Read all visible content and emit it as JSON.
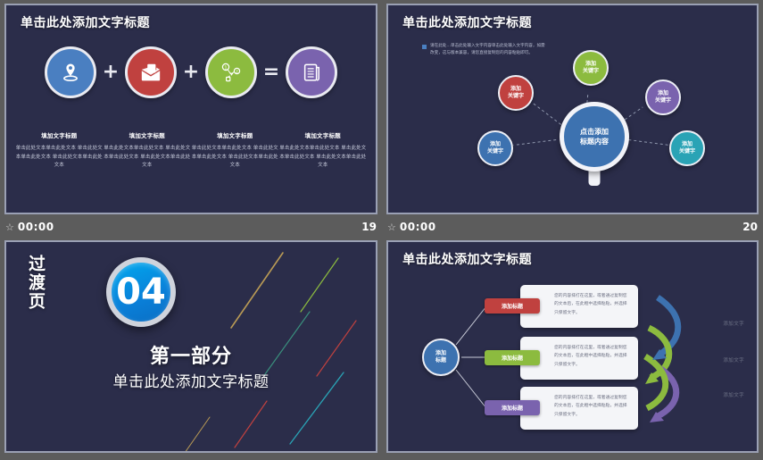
{
  "app": {
    "type": "presentation-thumbnail-grid",
    "background_color": "#5c5c5c",
    "slide_background_color": "#2b2d4a"
  },
  "slides": [
    {
      "id": "slide-19",
      "title": "单击此处添加文字标题",
      "footer": {
        "star_icon": "star-icon",
        "timer": "00:00",
        "page_number": "19"
      },
      "icons": [
        {
          "name": "location-pin-icon",
          "color": "#4a7fc1"
        },
        {
          "name": "envelope-mail-icon",
          "color": "#c0413f"
        },
        {
          "name": "network-nodes-icon",
          "color": "#8cbb3f"
        },
        {
          "name": "scroll-document-icon",
          "color": "#7a63ae"
        }
      ],
      "operators": [
        "+",
        "+",
        "="
      ],
      "captions": [
        {
          "heading": "填加文字标题",
          "body": "单击此处文本单击此处文本\n单击此处文本单击此处文本\n单击此处文本单击此处文本"
        },
        {
          "heading": "填加文字标题",
          "body": "单击此处文本单击此处文本\n单击此处文本单击此处文本\n单击此处文本单击此处文本"
        },
        {
          "heading": "填加文字标题",
          "body": "单击此处文本单击此处文本\n单击此处文本单击此处文本\n单击此处文本单击此处文本"
        },
        {
          "heading": "填加文字标题",
          "body": "单击此处文本单击此处文本\n单击此处文本单击此处文本\n单击此处文本单击此处文本"
        }
      ]
    },
    {
      "id": "slide-20",
      "title": "单击此处添加文字标题",
      "footer": {
        "star_icon": "star-icon",
        "timer": "00:00",
        "page_number": "20"
      },
      "bullet": "请在此处…单击此处输入文字内容单击此处输入文字内容，如需改变，这与版本兼容，请您直接复制您的内容粘贴即可。",
      "hub": {
        "line1": "点击添加",
        "line2": "标题内容",
        "color": "#3d72b0"
      },
      "nodes": [
        {
          "line1": "添加",
          "line2": "关键字",
          "color": "#8cbb3f",
          "pos": "top"
        },
        {
          "line1": "添加",
          "line2": "关键字",
          "color": "#c0413f",
          "pos": "upper-left"
        },
        {
          "line1": "添加",
          "line2": "关键字",
          "color": "#7a63ae",
          "pos": "upper-right"
        },
        {
          "line1": "添加",
          "line2": "关键字",
          "color": "#3d72b0",
          "pos": "left"
        },
        {
          "line1": "添加",
          "line2": "关键字",
          "color": "#2aa3b5",
          "pos": "right"
        }
      ]
    },
    {
      "id": "slide-transition",
      "vertical_label": "过渡页",
      "number": "04",
      "heading": "第一部分",
      "subheading": "单击此处添加文字标题",
      "number_circle_color": "#00a8ee"
    },
    {
      "id": "slide-22",
      "title": "单击此处添加文字标题",
      "hub": {
        "line1": "添加",
        "line2": "标题",
        "color": "#3d72b0"
      },
      "branches": [
        {
          "tab": "添加标题",
          "tab_color": "#c0413f",
          "body": "您的内容排打在这里，或者通过复制您的文本后，在此框中选择粘贴，并选择只保留文字。"
        },
        {
          "tab": "添加标题",
          "tab_color": "#8cbb3f",
          "body": "您的内容排打在这里，或者通过复制您的文本后，在此框中选择粘贴，并选择只保留文字。"
        },
        {
          "tab": "添加标题",
          "tab_color": "#7a63ae",
          "body": "您的内容排打在这里，或者通过复制您的文本后，在此框中选择粘贴，并选择只保留文字。"
        }
      ],
      "side_labels": [
        "添加文字",
        "添加文字",
        "添加文字"
      ],
      "arrow_colors": [
        "#3d72b0",
        "#8cbb3f",
        "#7a63ae"
      ]
    }
  ]
}
